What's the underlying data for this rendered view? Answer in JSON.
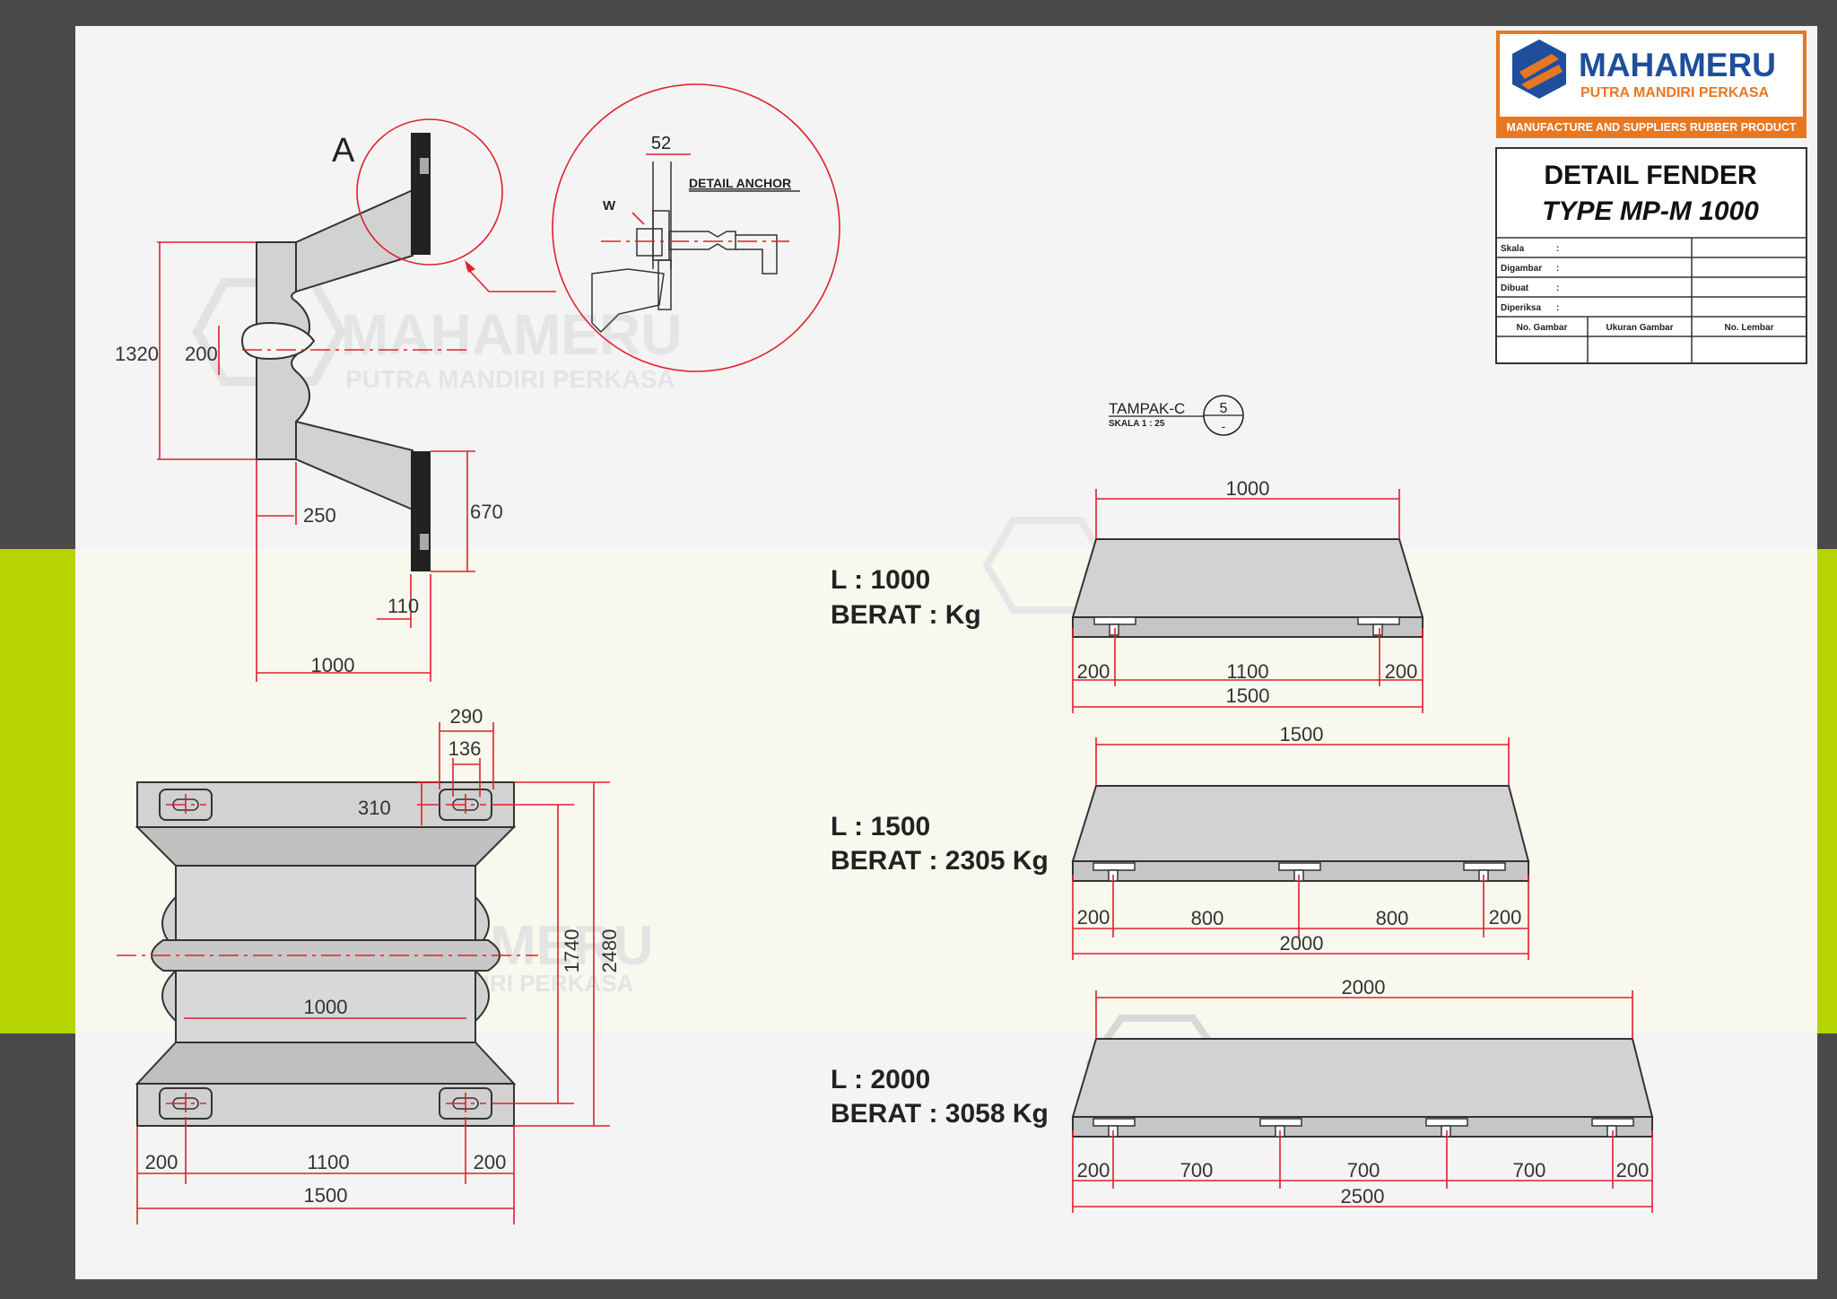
{
  "title_block": {
    "company": "MAHAMERU",
    "company_sub": "PUTRA MANDIRI PERKASA",
    "tagline": "MANUFACTURE AND SUPPLIERS RUBBER PRODUCT",
    "title_line1": "DETAIL FENDER",
    "title_line2": "TYPE MP-M 1000",
    "rows": [
      {
        "label": "Skala",
        "sep": ":"
      },
      {
        "label": "Digambar",
        "sep": ":"
      },
      {
        "label": "Dibuat",
        "sep": ":"
      },
      {
        "label": "Diperiksa",
        "sep": ":"
      }
    ],
    "footer_cols": [
      "No. Gambar",
      "Ukuran Gambar",
      "No. Lembar"
    ]
  },
  "watermark": {
    "main": "MAHAMERU",
    "sub": "PUTRA MANDIRI PERKASA"
  },
  "side_view": {
    "label_a": "A",
    "dims": {
      "height": "1320",
      "gap": "200",
      "offset": "250",
      "flange": "670",
      "thick": "110",
      "depth": "1000"
    }
  },
  "detail": {
    "label": "DETAIL ANCHOR",
    "dim": "52",
    "w": "W"
  },
  "front_view": {
    "dims": {
      "hole_w": "290",
      "hole_in": "136",
      "hole_off": "310",
      "inner": "1740",
      "outer": "2480",
      "mid": "1000",
      "left": "200",
      "center": "1100",
      "right": "200",
      "total": "1500"
    }
  },
  "tampak": {
    "label": "TAMPAK-C",
    "scale": "SKALA 1 : 25",
    "num_top": "5",
    "num_bot": "-"
  },
  "variants": [
    {
      "l": "L : 1000",
      "berat": "BERAT :     Kg",
      "top": "1000",
      "spacings": [
        "200",
        "1100",
        "200"
      ],
      "total": "1500"
    },
    {
      "l": "L : 1500",
      "berat": "BERAT : 2305 Kg",
      "top": "1500",
      "spacings": [
        "200",
        "800",
        "800",
        "200"
      ],
      "total": "2000"
    },
    {
      "l": "L : 2000",
      "berat": "BERAT : 3058 Kg",
      "top": "2000",
      "spacings": [
        "200",
        "700",
        "700",
        "700",
        "200"
      ],
      "total": "2500"
    }
  ]
}
